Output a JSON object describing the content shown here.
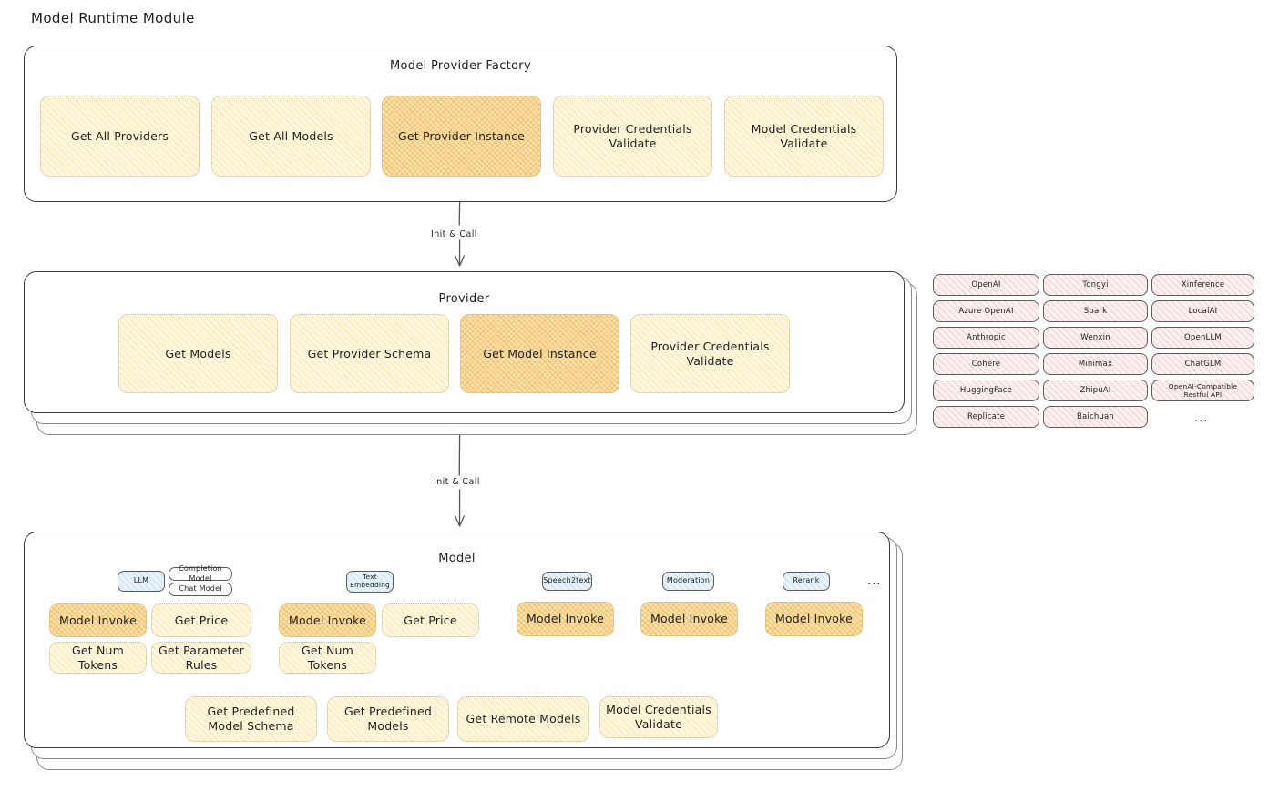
{
  "page": {
    "title": "Model Runtime Module"
  },
  "factory": {
    "title": "Model Provider Factory",
    "boxes": [
      {
        "label": "Get All Providers",
        "highlight": false
      },
      {
        "label": "Get All Models",
        "highlight": false
      },
      {
        "label": "Get Provider Instance",
        "highlight": true
      },
      {
        "label": "Provider Credentials Validate",
        "highlight": false
      },
      {
        "label": "Model Credentials Validate",
        "highlight": false
      }
    ]
  },
  "arrows": [
    {
      "label": "Init & Call"
    },
    {
      "label": "Init & Call"
    }
  ],
  "provider": {
    "title": "Provider",
    "boxes": [
      {
        "label": "Get Models",
        "highlight": false
      },
      {
        "label": "Get Provider Schema",
        "highlight": false
      },
      {
        "label": "Get Model Instance",
        "highlight": true
      },
      {
        "label": "Provider Credentials Validate",
        "highlight": false
      }
    ]
  },
  "provider_list": {
    "columns": [
      {
        "items": [
          "OpenAI",
          "Azure OpenAI",
          "Anthropic",
          "Cohere",
          "HuggingFace",
          "Replicate"
        ]
      },
      {
        "items": [
          "Tongyi",
          "Spark",
          "Wenxin",
          "Minimax",
          "ZhipuAI",
          "Baichuan"
        ]
      },
      {
        "items": [
          "Xinference",
          "LocalAI",
          "OpenLLM",
          "ChatGLM",
          "OpenAI-Compatible Restful API"
        ]
      }
    ],
    "more": "..."
  },
  "model": {
    "title": "Model",
    "more": "...",
    "types": [
      {
        "name": "LLM",
        "style": "blue",
        "subtypes": [
          "Completion Model",
          "Chat Model"
        ]
      },
      {
        "name": "Text Embedding",
        "style": "blue",
        "subtypes": []
      },
      {
        "name": "Speech2text",
        "style": "blue",
        "subtypes": []
      },
      {
        "name": "Moderation",
        "style": "blue",
        "subtypes": []
      },
      {
        "name": "Rerank",
        "style": "blue",
        "subtypes": []
      }
    ],
    "methods": {
      "llm": [
        "Model Invoke",
        "Get Price",
        "Get Num Tokens",
        "Get Parameter Rules"
      ],
      "text_embedding": [
        "Model Invoke",
        "Get Price",
        "Get Num Tokens"
      ],
      "speech2text": [
        "Model Invoke"
      ],
      "moderation": [
        "Model Invoke"
      ],
      "rerank": [
        "Model Invoke"
      ]
    },
    "shared_methods": [
      "Get Predefined Model Schema",
      "Get Predefined Models",
      "Get Remote Models",
      "Model Credentials Validate"
    ]
  },
  "colors": {
    "pale_fill": "#fdf6dd",
    "strong_fill": "#fbe3b0",
    "pink_fill": "#fdf0f0",
    "blue_fill": "#e8f2f9",
    "stroke": "#1e1e1e"
  }
}
